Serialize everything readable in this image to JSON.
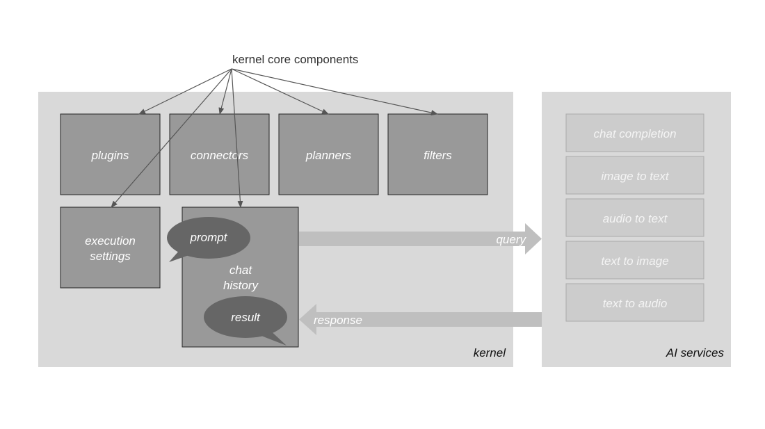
{
  "title": "kernel core components",
  "kernel": {
    "label": "kernel",
    "components": {
      "plugins": "plugins",
      "connectors": "connectors",
      "planners": "planners",
      "filters": "filters",
      "execution_settings": [
        "execution",
        "settings"
      ],
      "chat_history": [
        "chat",
        "history"
      ]
    },
    "bubbles": {
      "prompt": "prompt",
      "result": "result"
    }
  },
  "flows": {
    "query": "query",
    "response": "response"
  },
  "ai_services": {
    "label": "AI services",
    "items": [
      "chat completion",
      "image to text",
      "audio to text",
      "text to image",
      "text to audio"
    ]
  },
  "colors": {
    "panel": "#d9d9d9",
    "component": "#999999",
    "service": "#cccccc",
    "bubble": "#666666",
    "flow_arrow": "#bfbfbf",
    "connector_line": "#555555"
  }
}
